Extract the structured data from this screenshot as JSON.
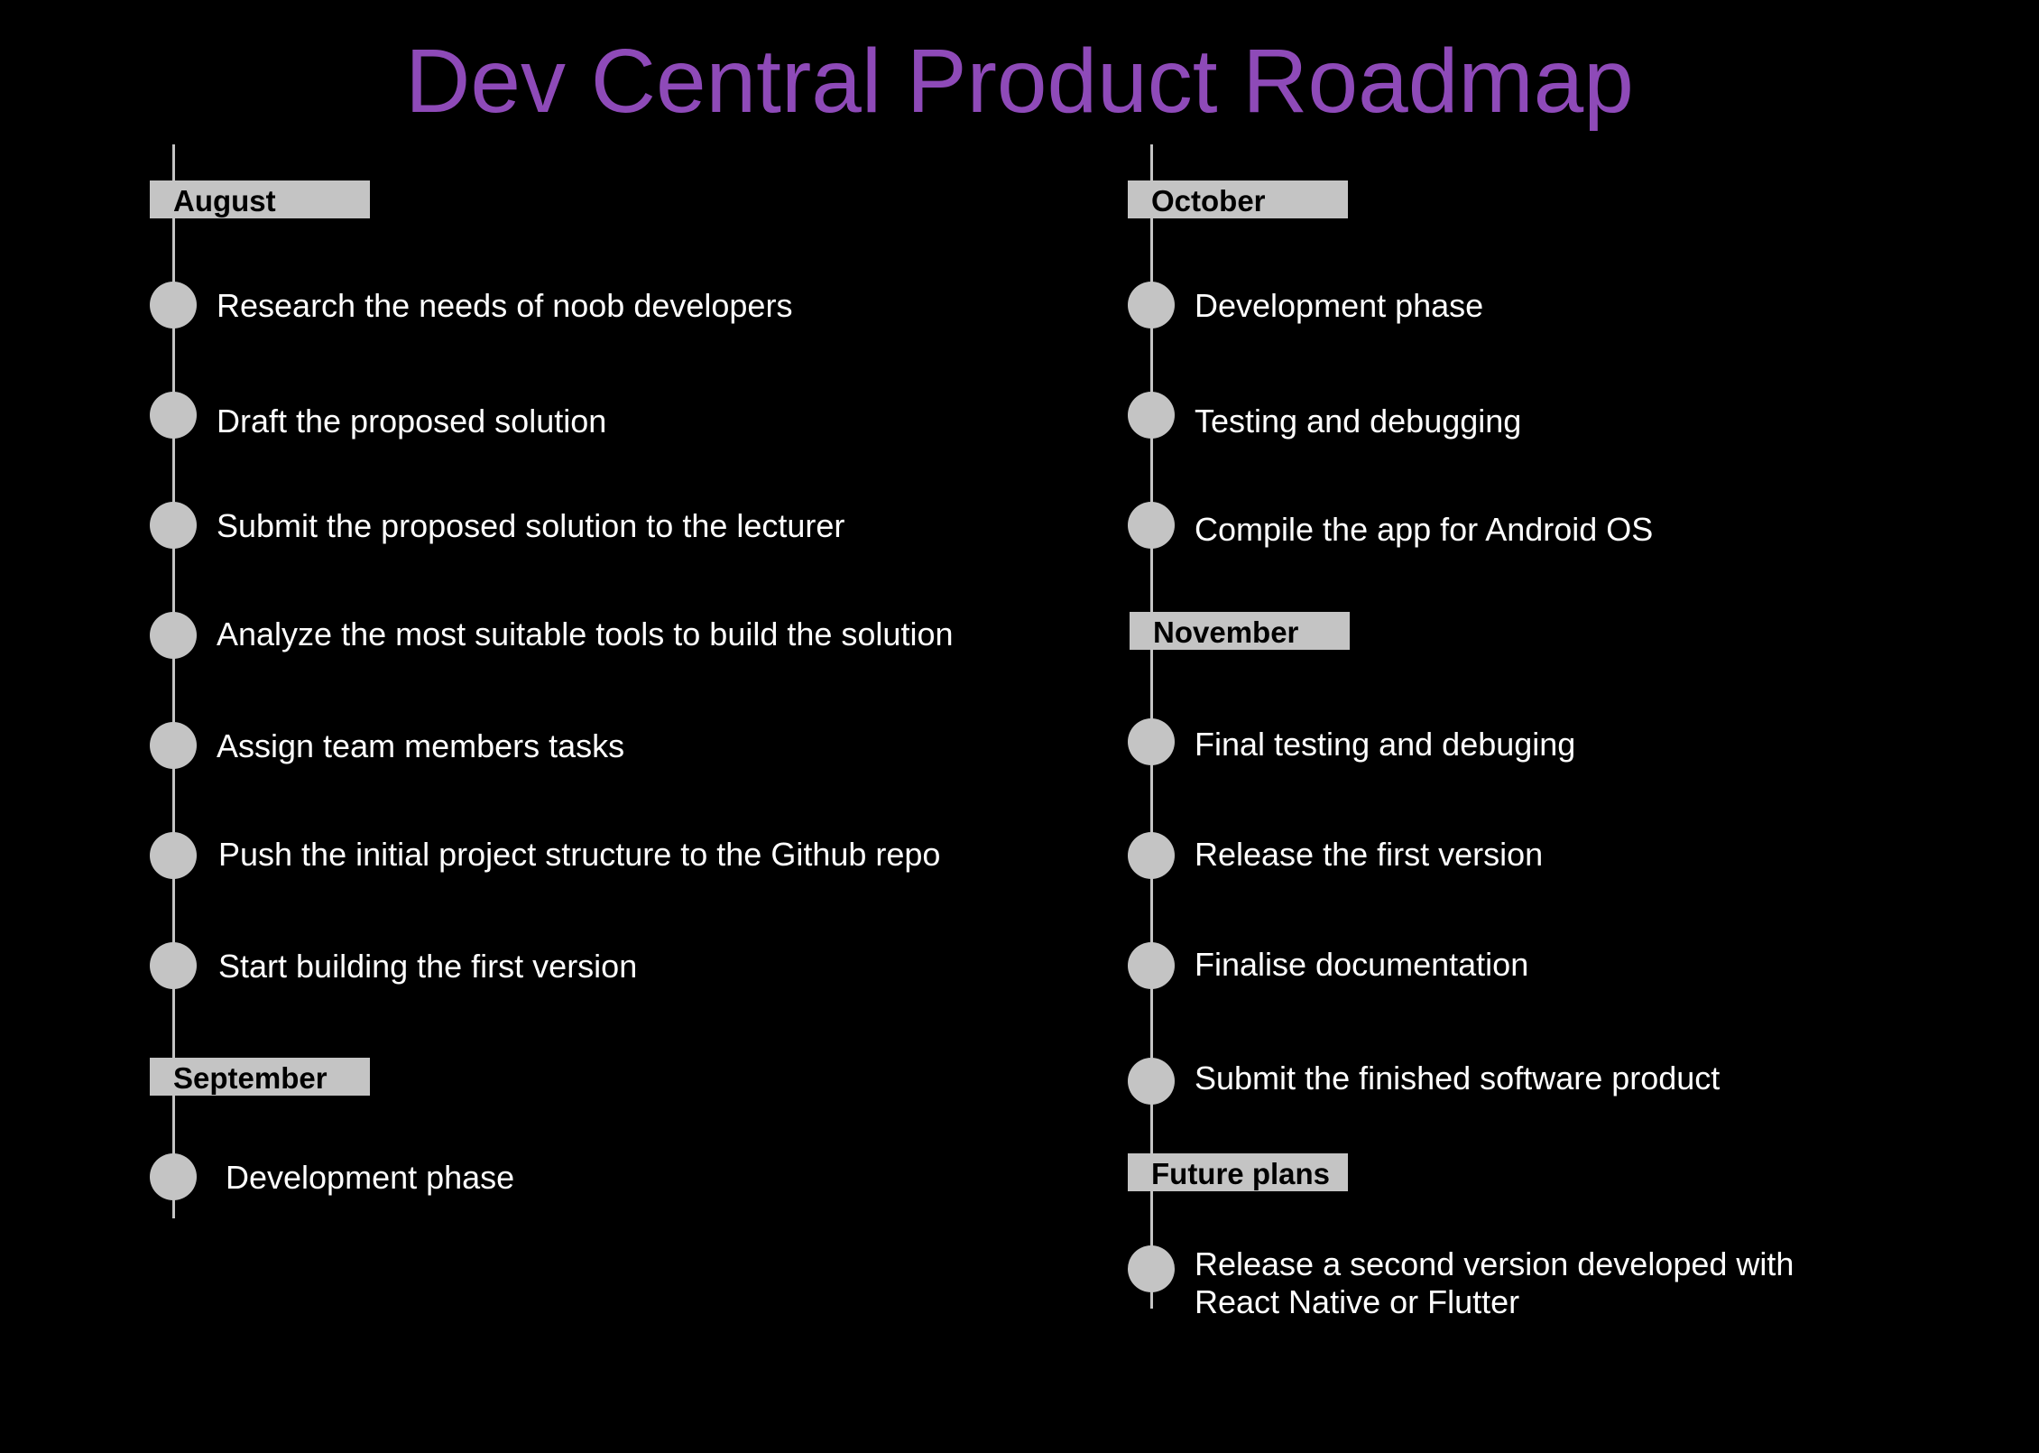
{
  "title": "Dev Central Product Roadmap",
  "colors": {
    "background": "#000000",
    "title": "#8e4ab8",
    "timeline": "#c4c4c4",
    "header_text": "#000000",
    "item_text": "#ffffff"
  },
  "left_column": {
    "august": {
      "label": "August",
      "items": [
        "Research the needs of noob developers",
        "Draft the proposed solution",
        "Submit the proposed solution to the lecturer",
        "Analyze the most suitable tools to build the solution",
        "Assign team members tasks",
        "Push the initial project structure to the Github repo",
        "Start building the first version"
      ]
    },
    "september": {
      "label": "September",
      "items": [
        "Development phase"
      ]
    }
  },
  "right_column": {
    "october": {
      "label": "October",
      "items": [
        "Development phase",
        "Testing and debugging",
        "Compile the app for Android OS"
      ]
    },
    "november": {
      "label": "November",
      "items": [
        "Final testing and debuging",
        "Release the first version",
        "Finalise documentation",
        "Submit the finished software product"
      ]
    },
    "future": {
      "label": "Future plans",
      "items": [
        "Release a second version developed with",
        "React Native or Flutter"
      ]
    }
  }
}
